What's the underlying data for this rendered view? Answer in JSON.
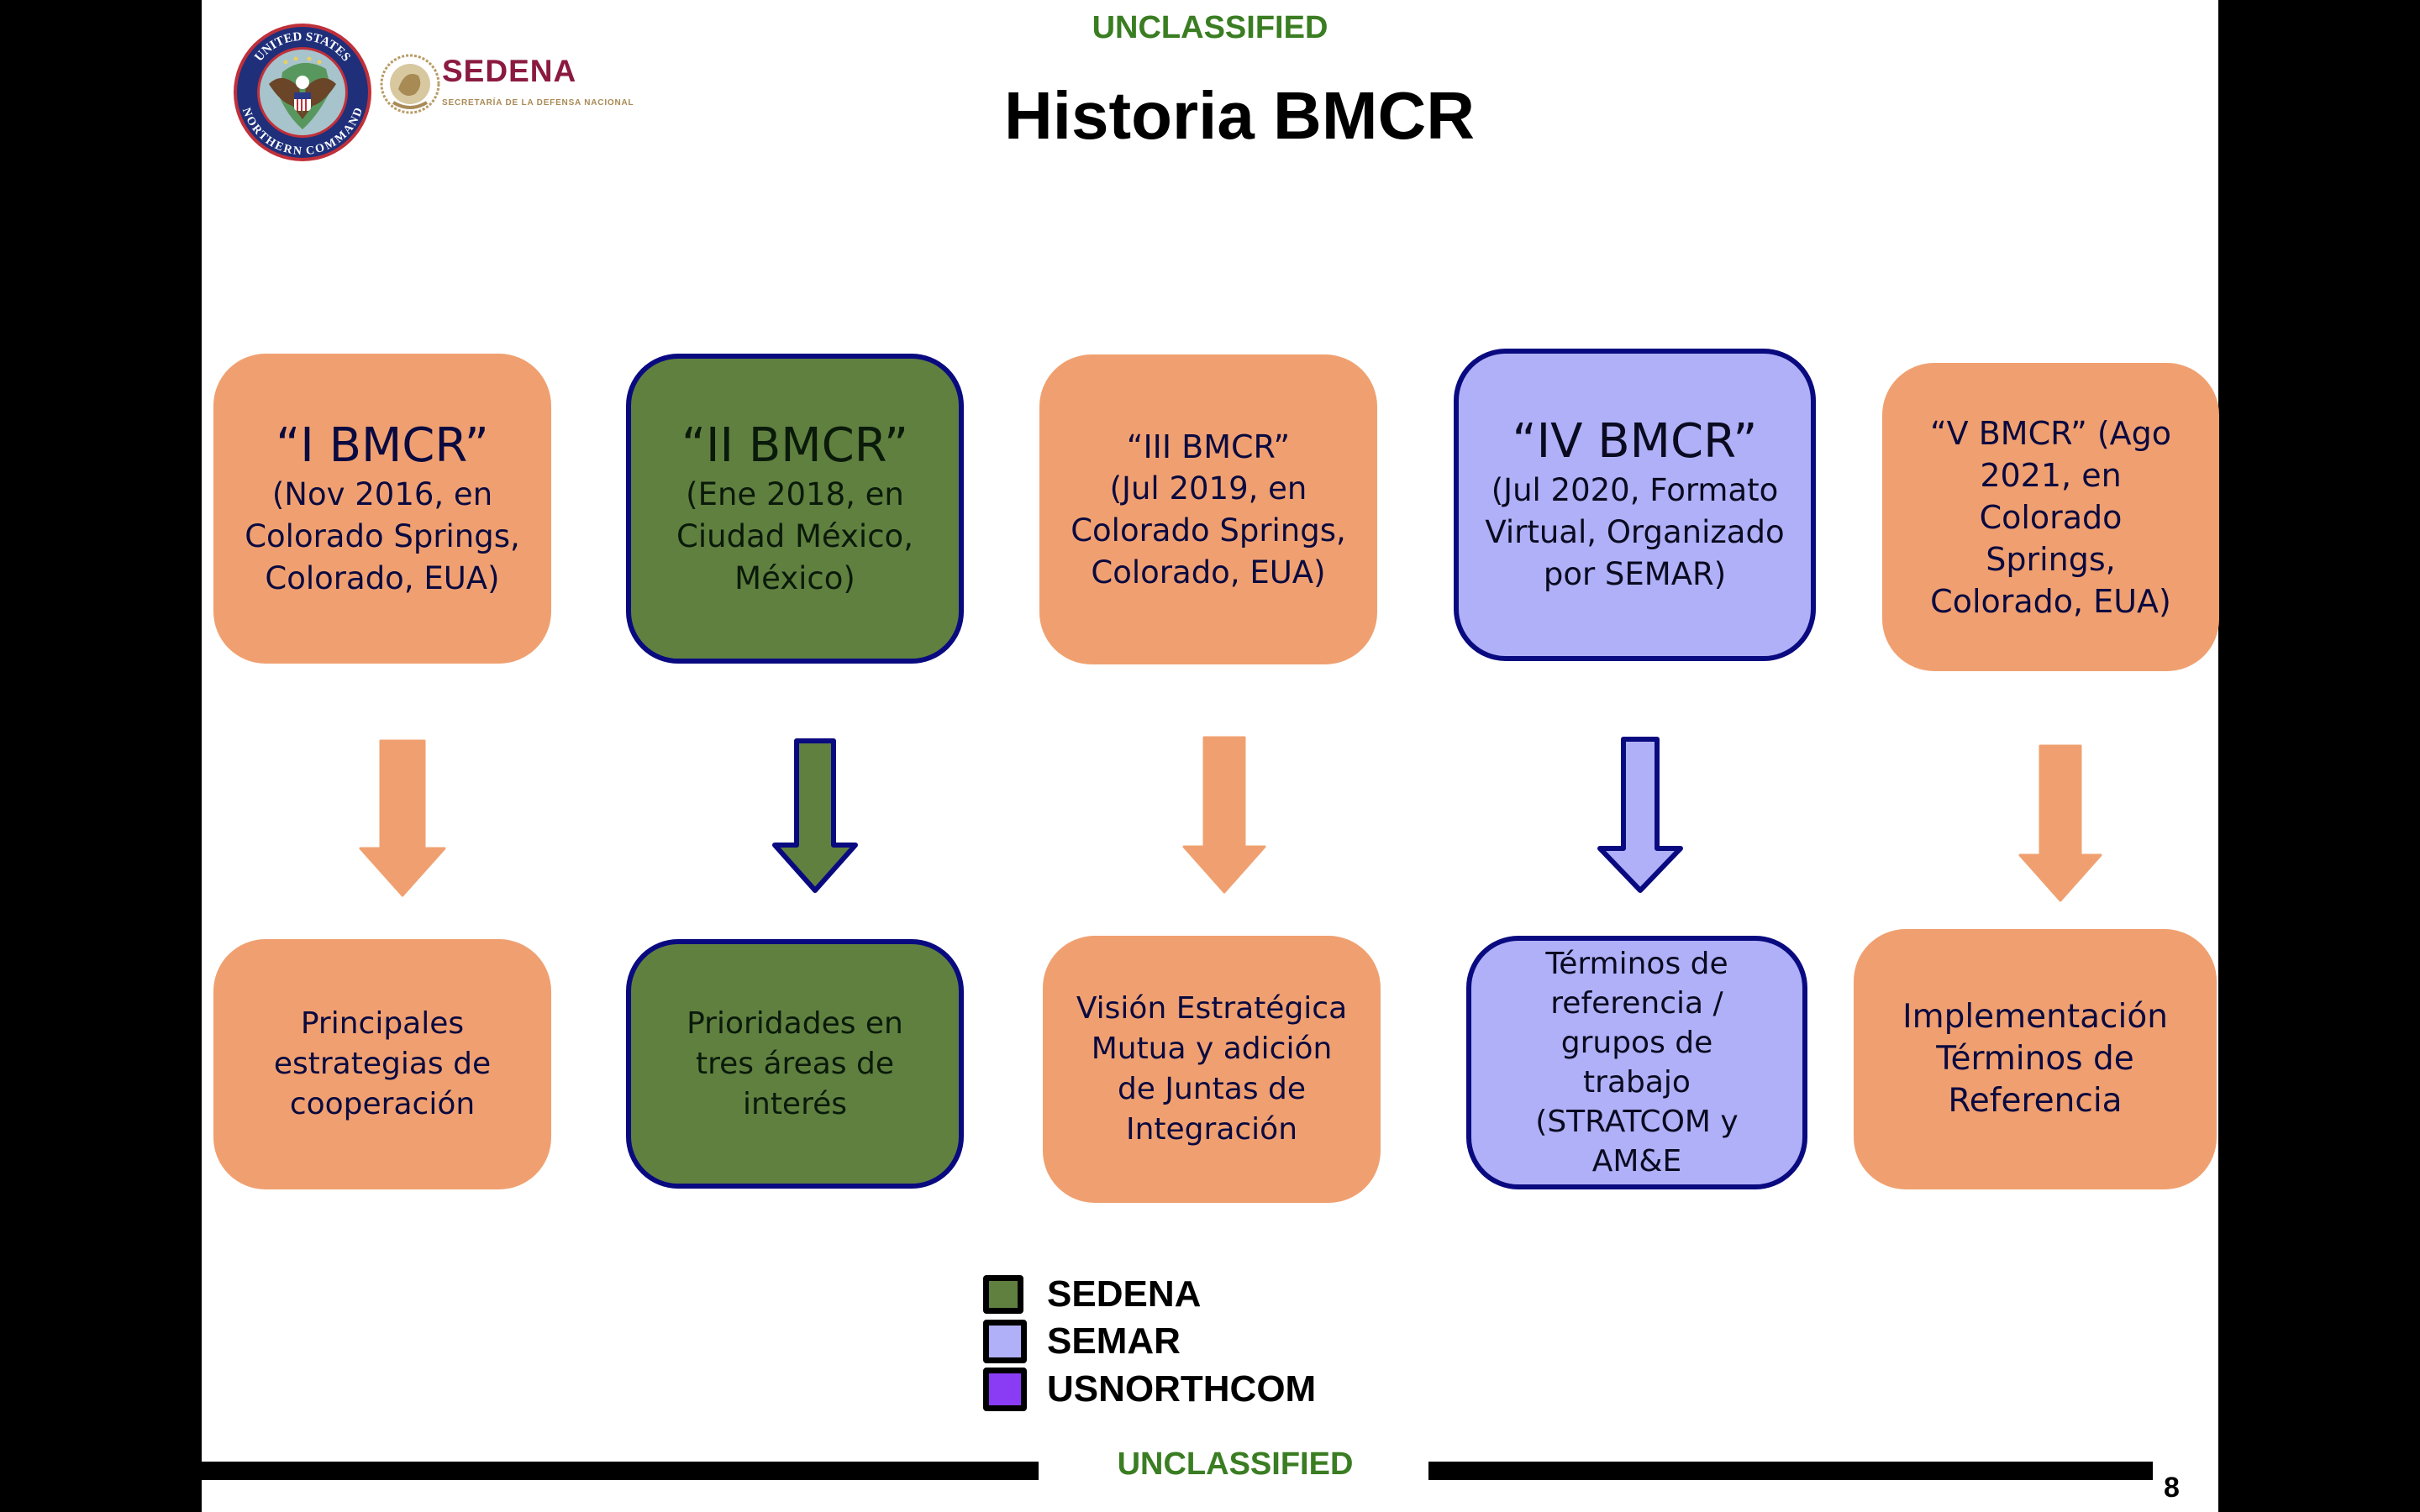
{
  "classification_top": "UNCLASSIFIED",
  "classification_bottom": "UNCLASSIFIED",
  "title": "Historia BMCR",
  "page_number": "8",
  "logos": {
    "northcom": {
      "icon": "northern-command-seal-icon",
      "ring_text_top": "UNITED STATES",
      "ring_text_bottom": "NORTHERN COMMAND"
    },
    "sedena": {
      "icon": "mexican-coat-of-arms-icon",
      "name": "SEDENA",
      "subtitle": "SECRETARÍA DE LA DEFENSA NACIONAL"
    }
  },
  "colors": {
    "orange": "#f0a070",
    "sedena_green": "#608040",
    "semar_lavender": "#b0b0f8",
    "usnorthcom_purple": "#8a3cf5",
    "border_navy": "#0a0a80",
    "classification_green": "#3a7d22",
    "sedena_brand": "#8b1a40"
  },
  "meetings": [
    {
      "header": "“I BMCR”",
      "detail": "(Nov 2016, en Colorado Springs, Colorado, EUA)",
      "outcome": "Principales estrategias de cooperación",
      "style": "orange"
    },
    {
      "header": "“II BMCR”",
      "detail": "(Ene 2018, en Ciudad México, México)",
      "outcome": "Prioridades en tres áreas de interés",
      "style": "sedena"
    },
    {
      "header": "“III BMCR”",
      "detail": "(Jul 2019, en Colorado Springs, Colorado, EUA)",
      "outcome": "Visión Estratégica Mutua y adición de Juntas de Integración",
      "style": "orange"
    },
    {
      "header": "“IV BMCR”",
      "detail": "(Jul 2020, Formato Virtual, Organizado por SEMAR)",
      "outcome": "Términos de referencia / grupos de trabajo (STRATCOM y AM&E",
      "style": "semar"
    },
    {
      "header": "“V BMCR” (Ago 2021, en Colorado Springs, Colorado, EUA)",
      "detail": "",
      "outcome": "Implementación Términos de Referencia",
      "style": "orange"
    }
  ],
  "legend": [
    {
      "label": "SEDENA",
      "color": "#608040"
    },
    {
      "label": "SEMAR",
      "color": "#b0b0f8"
    },
    {
      "label": "USNORTHCOM",
      "color": "#8a3cf5"
    }
  ]
}
